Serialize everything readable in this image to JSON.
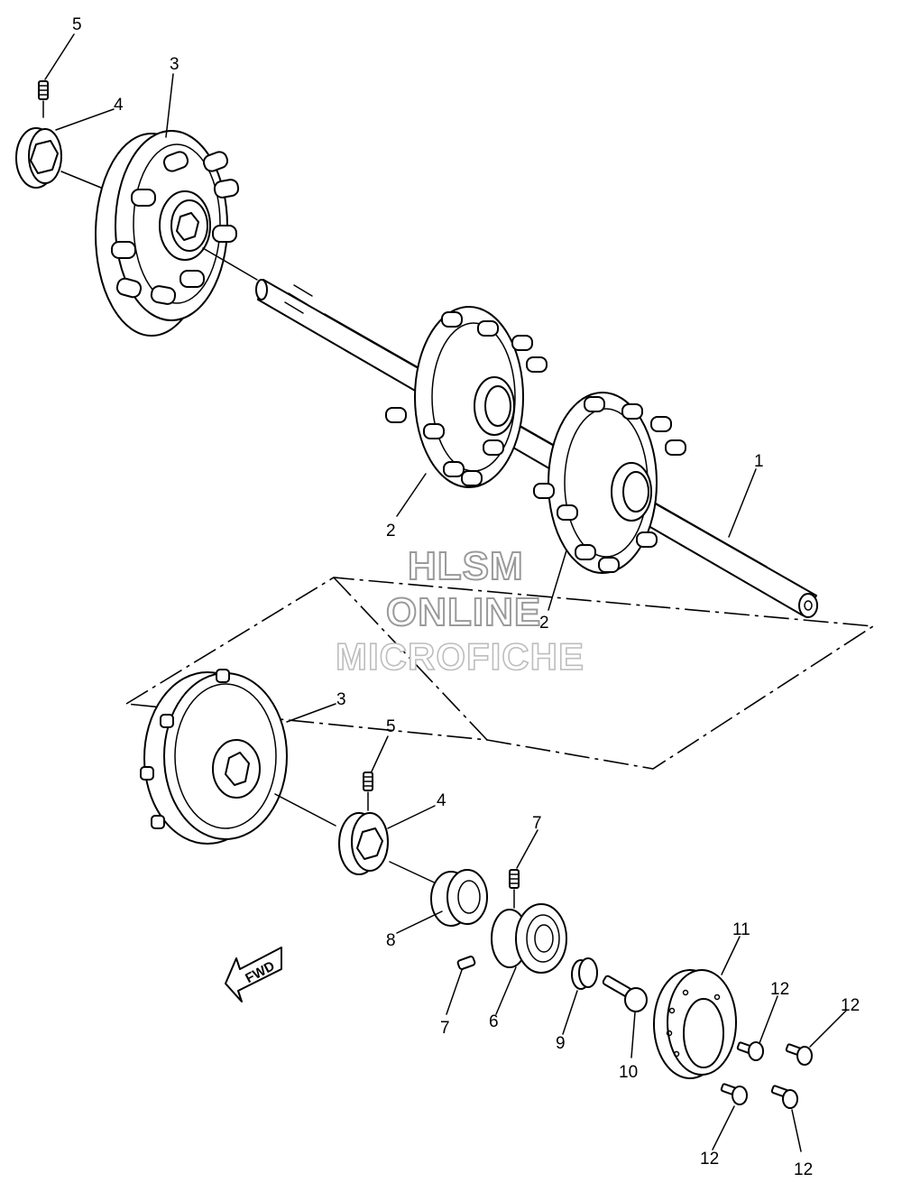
{
  "diagram": {
    "callouts": {
      "c1": "1",
      "c2a": "2",
      "c2b": "2",
      "c3a": "3",
      "c3b": "3",
      "c4a": "4",
      "c4b": "4",
      "c5a": "5",
      "c5b": "5",
      "c6": "6",
      "c7a": "7",
      "c7b": "7",
      "c8": "8",
      "c9": "9",
      "c10": "10",
      "c11": "11",
      "c12a": "12",
      "c12b": "12",
      "c12c": "12",
      "c12d": "12"
    },
    "fwd_label": "FWD"
  },
  "watermark": {
    "line1": "HLSM",
    "line2": "ONLINE",
    "line3": "MICROFICHE"
  }
}
